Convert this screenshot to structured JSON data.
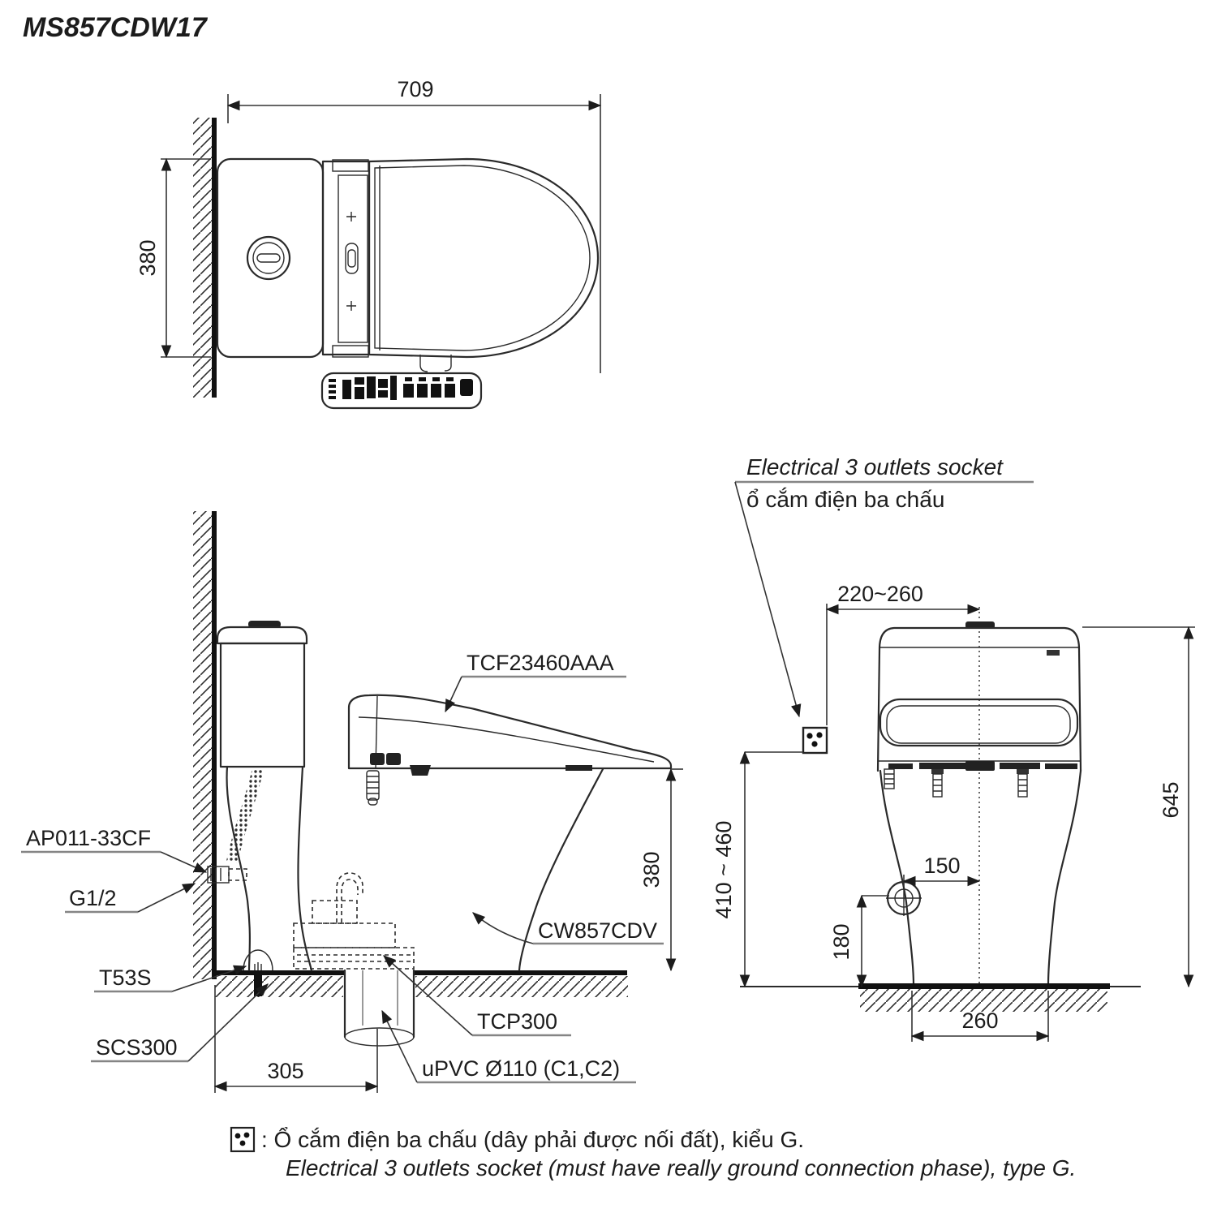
{
  "title": "MS857CDW17",
  "colors": {
    "ink": "#1c1c1c",
    "underline": "#858585",
    "accent": "#111111"
  },
  "top_view": {
    "dim_width": "709",
    "dim_depth": "380"
  },
  "side_view": {
    "labels": {
      "seat": "TCF23460AAA",
      "supply_valve": "AP011-33CF",
      "thread": "G1/2",
      "drain_socket": "T53S",
      "flush_kit": "SCS300",
      "connector": "TCP300",
      "pipe": "uPVC Ø110 (C1,C2)",
      "bowl": "CW857CDV"
    },
    "dims": {
      "seat_height": "380",
      "outlet_offset": "305"
    }
  },
  "front_view": {
    "callout": {
      "en": "Electrical 3 outlets socket",
      "vi": "ổ cắm điện ba chấu"
    },
    "dims": {
      "socket_offset": "220~260",
      "socket_height": "410 ~ 460",
      "total_height": "645",
      "inlet_offset": "150",
      "inlet_height": "180",
      "base_width": "260"
    }
  },
  "footer": {
    "note_vi": ": Ổ cắm điện ba chấu (dây phải được nối đất), kiểu G.",
    "note_en": "Electrical 3 outlets socket (must have really ground connection phase), type G."
  }
}
